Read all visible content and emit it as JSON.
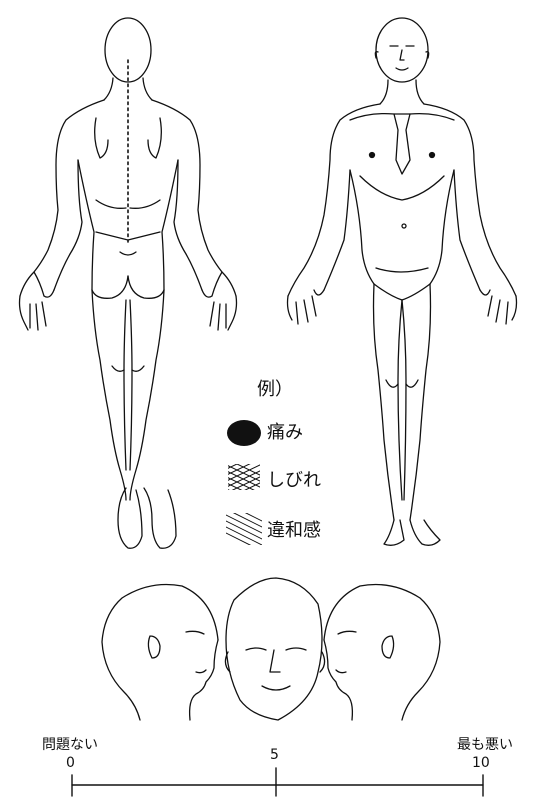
{
  "legend": {
    "title": "例）",
    "items": [
      {
        "label": "痛み",
        "symbol": "filled-oval"
      },
      {
        "label": "しびれ",
        "symbol": "cross-hatch"
      },
      {
        "label": "違和感",
        "symbol": "diagonal-lines"
      }
    ]
  },
  "scale": {
    "left_label": "問題ない",
    "right_label": "最も悪い",
    "ticks": [
      "0",
      "5",
      "10"
    ]
  }
}
